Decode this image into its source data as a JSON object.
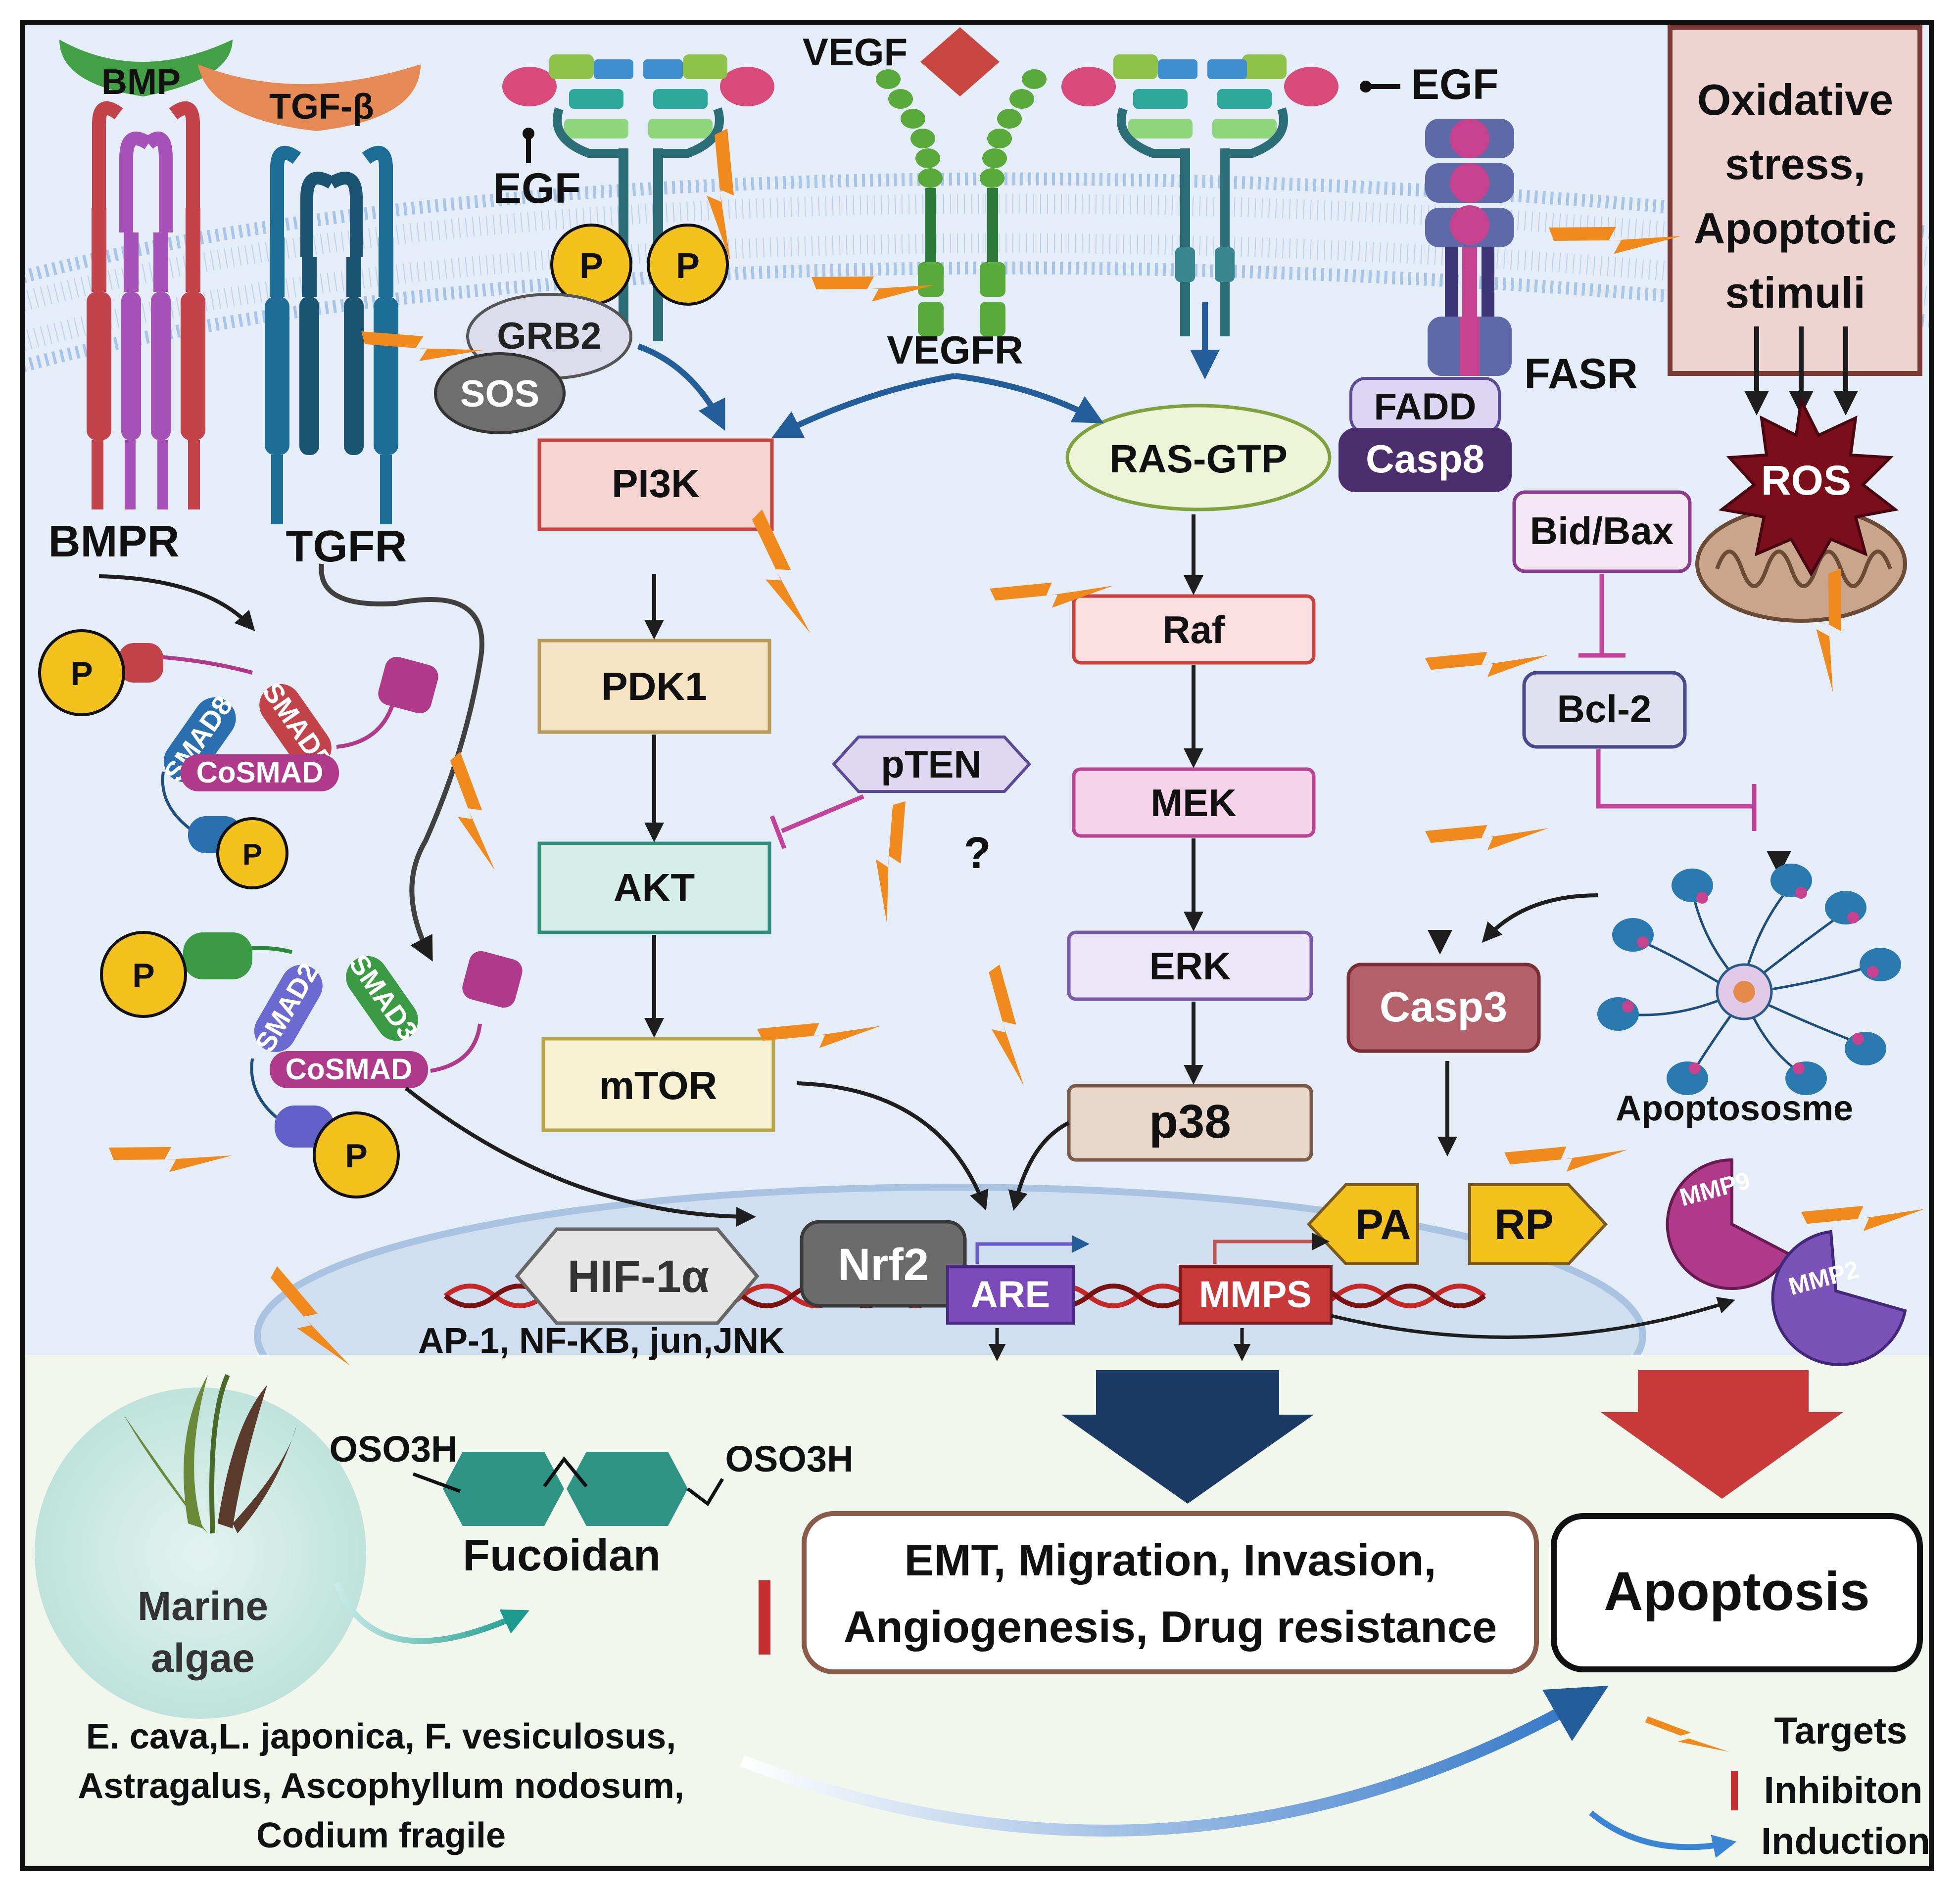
{
  "receptors": {
    "bmp": "BMP",
    "tgfb": "TGF-β",
    "bmpr": "BMPR",
    "tgfr": "TGFR",
    "egf_left": "EGF",
    "egf_right": "EGF",
    "vegf": "VEGF",
    "vegfr": "VEGFR",
    "fasr": "FASR",
    "p": "P"
  },
  "adaptors": {
    "grb2": "GRB2",
    "sos": "SOS",
    "fadd": "FADD",
    "casp8": "Casp8"
  },
  "stress": {
    "line1": "Oxidative",
    "line2": "stress,",
    "line3": "Apoptotic",
    "line4": "stimuli",
    "ros": "ROS"
  },
  "pi3k_pathway": {
    "pi3k": "PI3K",
    "pdk1": "PDK1",
    "akt": "AKT",
    "mtor": "mTOR",
    "pten": "pTEN",
    "question": "?"
  },
  "mapk_pathway": {
    "ras": "RAS-GTP",
    "raf": "Raf",
    "mek": "MEK",
    "erk": "ERK",
    "p38": "p38"
  },
  "apoptosis_pathway": {
    "bidbax": "Bid/Bax",
    "bcl2": "Bcl-2",
    "casp3": "Casp3",
    "apoptosome": "Apoptososme",
    "pa": "PA",
    "rp": "RP",
    "mmp9": "MMP9",
    "mmp2": "MMP2"
  },
  "smads": {
    "smad8": "SMAD8",
    "smad5": "SMAD5",
    "smad2": "SMAD2",
    "smad3": "SMAD3",
    "cosmad": "CoSMAD"
  },
  "nucleus": {
    "hif": "HIF-1α",
    "nrf2": "Nrf2",
    "are": "ARE",
    "mmps": "MMPS",
    "factors": "AP-1, NF-KB, jun,JNK"
  },
  "bottom": {
    "oso3h_left": "OSO3H",
    "oso3h_right": "OSO3H",
    "fucoidan": "Fucoidan",
    "algae_line1": "Marine",
    "algae_line2": "algae",
    "species_line1": "E. cava,L. japonica, F. vesiculosus,",
    "species_line2": "Astragalus, Ascophyllum nodosum,",
    "species_line3": "Codium fragile",
    "outcome_line1": "EMT, Migration, Invasion,",
    "outcome_line2": "Angiogenesis, Drug resistance",
    "apoptosis": "Apoptosis"
  },
  "legend": {
    "targets": "Targets",
    "inhibition": "Inhibiton",
    "induction": "Induction"
  },
  "colors": {
    "cell": "#e4edf8",
    "membrane": "#a9c6e8",
    "targets": "#f08a1c",
    "inhibition": "#d24848",
    "induction": "#2f74c6",
    "nucleus": "#cfdff0"
  }
}
